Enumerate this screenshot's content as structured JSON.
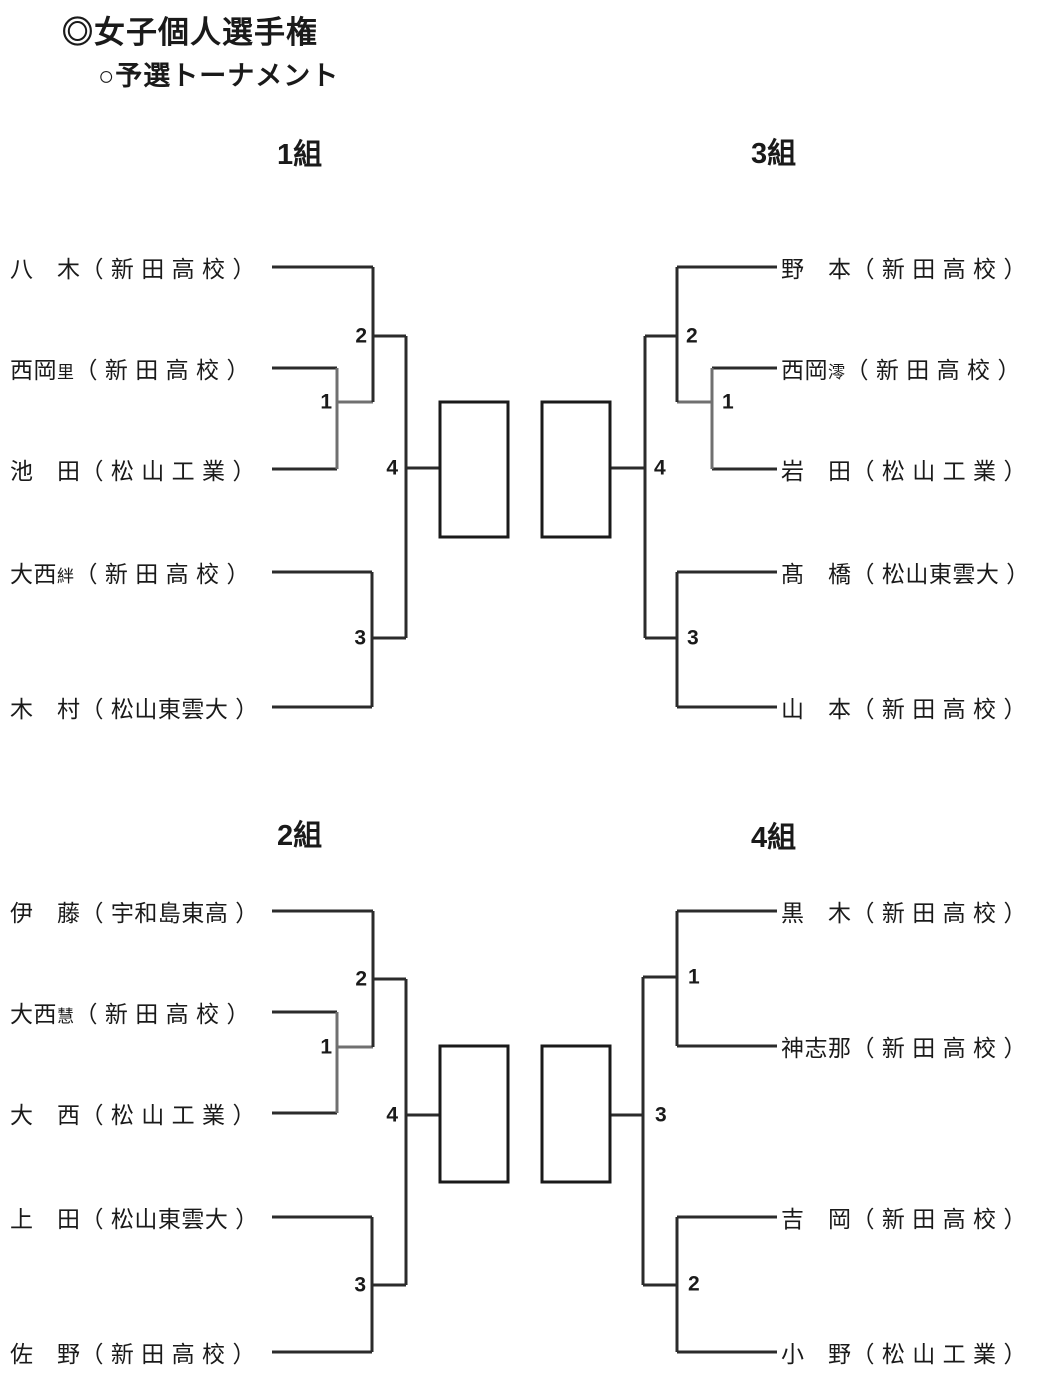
{
  "page": {
    "title": "◎女子個人選手権",
    "subtitle": "○予選トーナメント"
  },
  "groups": [
    {
      "label": "1組",
      "players": [
        {
          "name": "八　木",
          "small": "",
          "school": "（ 新 田 高 校 ）"
        },
        {
          "name": "西岡",
          "small": "里",
          "school": "（ 新 田 高 校 ）"
        },
        {
          "name": "池　田",
          "small": "",
          "school": "（ 松 山 工 業 ）"
        },
        {
          "name": "大西",
          "small": "絆",
          "school": "（ 新 田 高 校 ）"
        },
        {
          "name": "木　村",
          "small": "",
          "school": "（ 松山東雲大 ）"
        }
      ],
      "labels": {
        "match1": "1",
        "match2": "2",
        "match3": "3",
        "final": "4"
      }
    },
    {
      "label": "2組",
      "players": [
        {
          "name": "伊　藤",
          "small": "",
          "school": "（ 宇和島東高 ）"
        },
        {
          "name": "大西",
          "small": "慧",
          "school": "（ 新 田 高 校 ）"
        },
        {
          "name": "大　西",
          "small": "",
          "school": "（ 松 山 工 業 ）"
        },
        {
          "name": "上　田",
          "small": "",
          "school": "（ 松山東雲大 ）"
        },
        {
          "name": "佐　野",
          "small": "",
          "school": "（ 新 田 高 校 ）"
        }
      ],
      "labels": {
        "match1": "1",
        "match2": "2",
        "match3": "3",
        "final": "4"
      }
    },
    {
      "label": "3組",
      "players": [
        {
          "name": "野　本",
          "small": "",
          "school": "（ 新 田 高 校 ）"
        },
        {
          "name": "西岡",
          "small": "澪",
          "school": "（ 新 田 高 校 ）"
        },
        {
          "name": "岩　田",
          "small": "",
          "school": "（ 松 山 工 業 ）"
        },
        {
          "name": "髙　橋",
          "small": "",
          "school": "（ 松山東雲大 ）"
        },
        {
          "name": "山　本",
          "small": "",
          "school": "（ 新 田 高 校 ）"
        }
      ],
      "labels": {
        "match1": "1",
        "match2": "2",
        "match3": "3",
        "final": "4"
      }
    },
    {
      "label": "4組",
      "players": [
        {
          "name": "黒　木",
          "small": "",
          "school": "（ 新 田 高 校 ）"
        },
        {
          "name": "神志那",
          "small": "",
          "school": "（ 新 田 高 校 ）"
        },
        {
          "name": "吉　岡",
          "small": "",
          "school": "（ 新 田 高 校 ）"
        },
        {
          "name": "小　野",
          "small": "",
          "school": "（ 松 山 工 業 ）"
        }
      ],
      "labels": {
        "match1": "1",
        "match2": "2",
        "final": "3"
      }
    }
  ]
}
